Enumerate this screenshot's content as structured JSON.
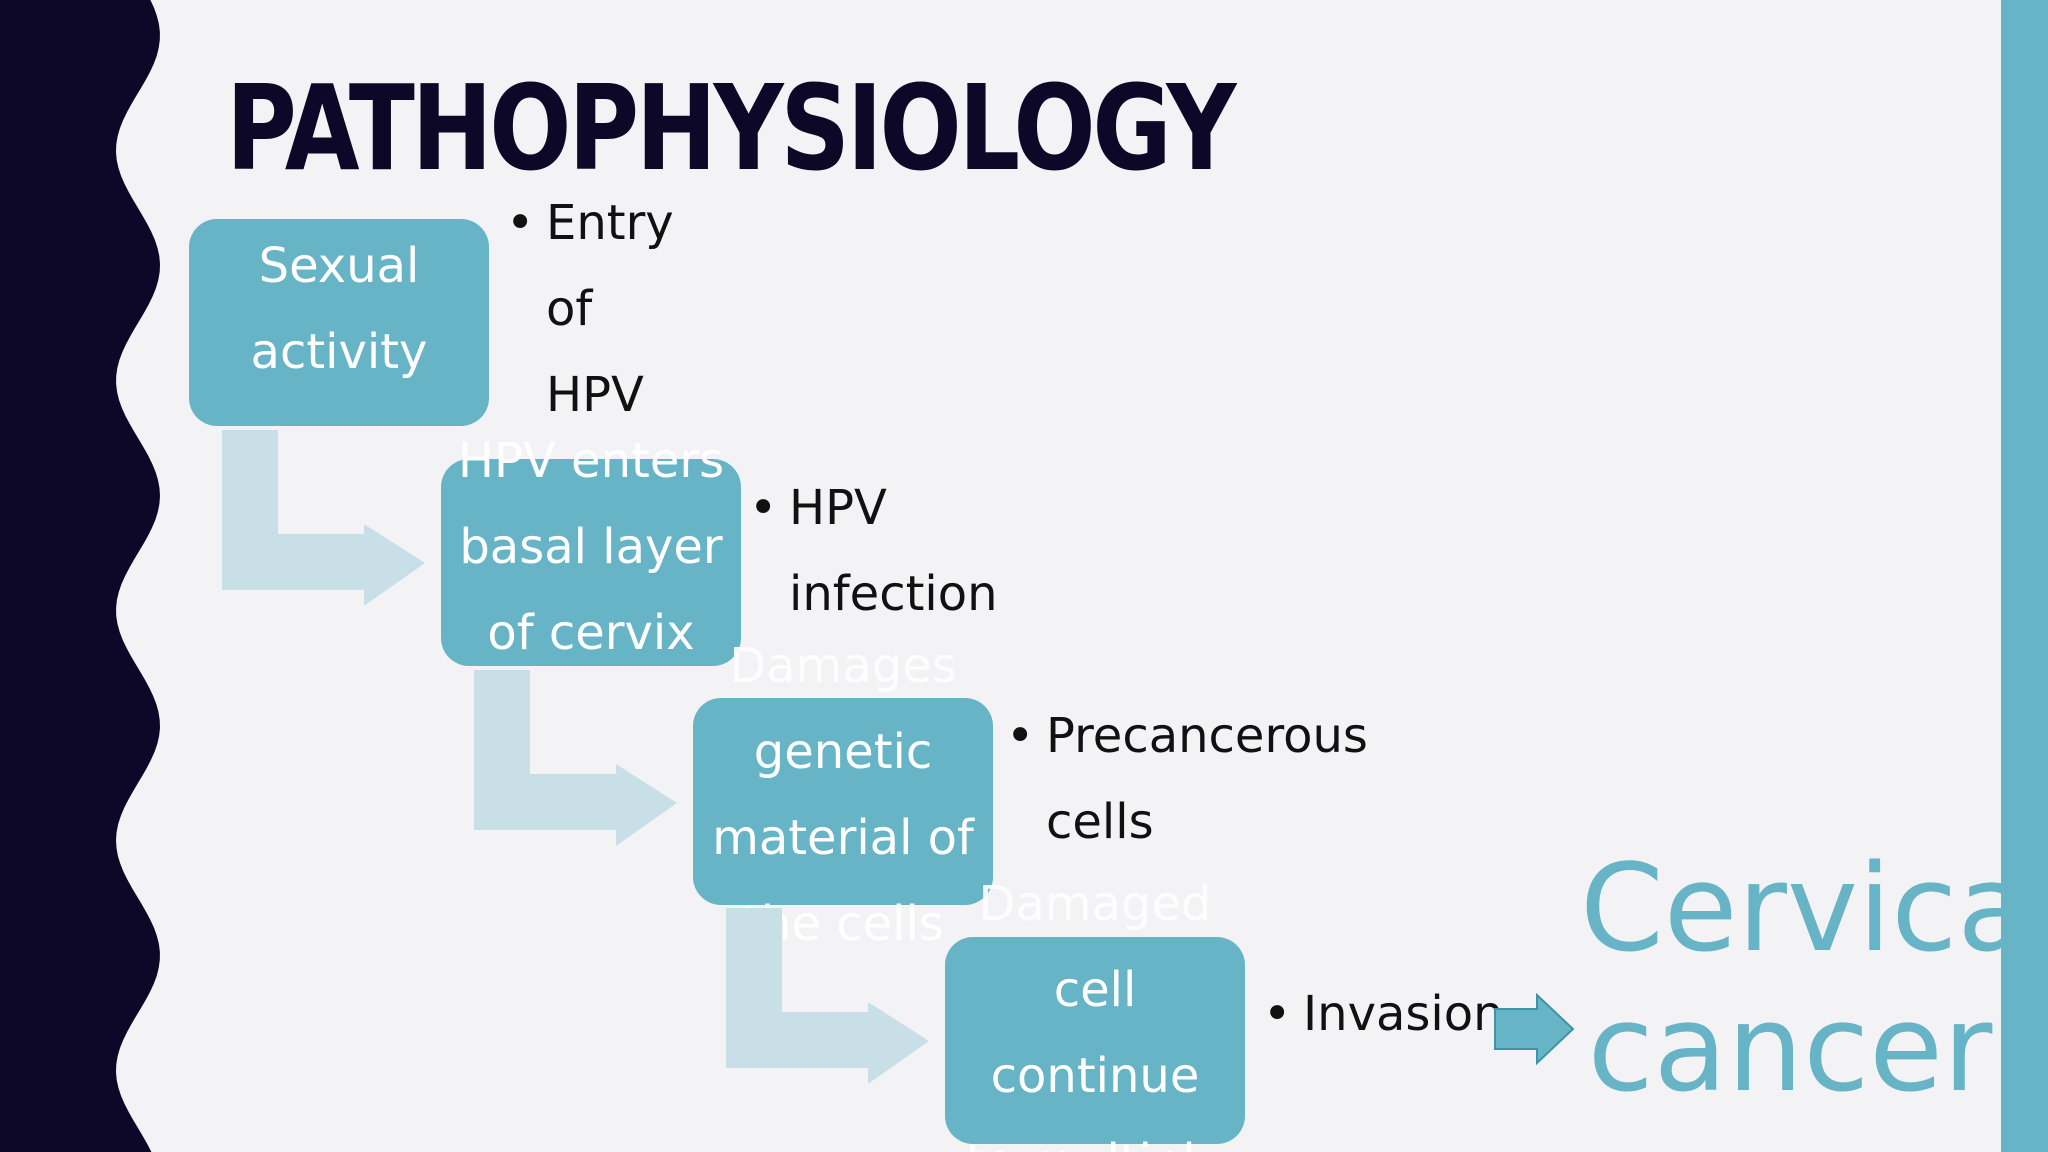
{
  "title": "PATHOPHYSIOLOGY",
  "colors": {
    "left_band": "#0d0828",
    "right_band": "#67b4c7",
    "box": "#67b4c7",
    "connector": "#c9dfe7",
    "outcome_text": "#67b4c7"
  },
  "steps": [
    {
      "box_lines": [
        "Sexual",
        "activity"
      ],
      "bullet_lines": [
        "Entry",
        "of",
        "HPV"
      ]
    },
    {
      "box_lines": [
        "HPV enters",
        "basal layer",
        "of cervix"
      ],
      "bullet_lines": [
        "HPV",
        "infection"
      ]
    },
    {
      "box_lines": [
        "Damages",
        "genetic",
        "material of",
        "the cells"
      ],
      "bullet_lines": [
        "Precancerous",
        "cells"
      ]
    },
    {
      "box_lines": [
        "Damaged",
        "cell",
        "continue",
        "to multiply"
      ],
      "bullet_lines": [
        "Invasion"
      ]
    }
  ],
  "outcome_lines": [
    "Cervical",
    "cancer"
  ]
}
